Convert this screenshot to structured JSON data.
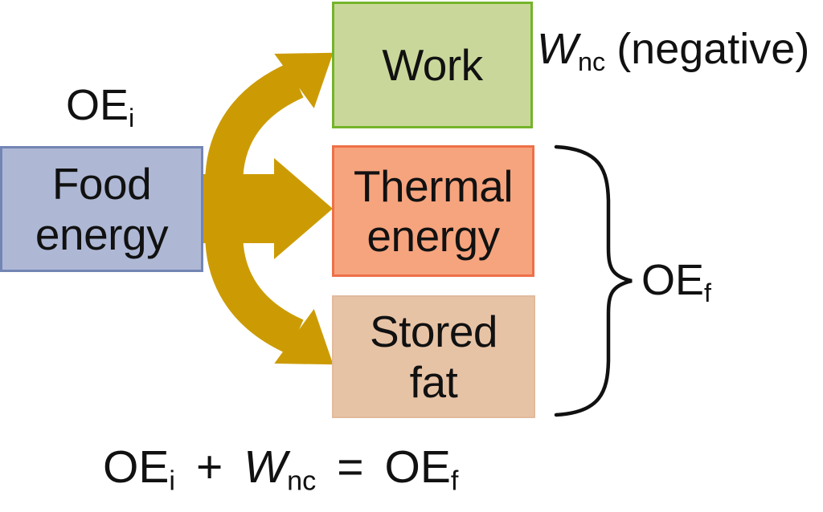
{
  "colors": {
    "background": "#ffffff",
    "arrow": "#cc9b04",
    "food_box_fill": "#aeb8d5",
    "food_box_border": "#7385b4",
    "work_box_fill": "#c9d89a",
    "work_box_border": "#74b42a",
    "thermal_box_fill": "#f6a47e",
    "thermal_box_border": "#ee7048",
    "fat_box_fill": "#e7c3a6",
    "brace": "#111111",
    "text": "#111111"
  },
  "labels": {
    "oe_initial": {
      "base": "OE",
      "sub": "i"
    },
    "w_annotation": {
      "symbol": "W",
      "sub": "nc",
      "suffix": "(negative)"
    },
    "oe_final": {
      "base": "OE",
      "sub": "f"
    }
  },
  "boxes": {
    "food": {
      "line1": "Food",
      "line2": "energy"
    },
    "work": {
      "label": "Work"
    },
    "thermal": {
      "line1": "Thermal",
      "line2": "energy"
    },
    "fat": {
      "line1": "Stored",
      "line2": "fat"
    }
  },
  "equation": {
    "lhs_base": "OE",
    "lhs_sub": "i",
    "plus": "+",
    "w_base": "W",
    "w_sub": "nc",
    "equals": "=",
    "rhs_base": "OE",
    "rhs_sub": "f"
  }
}
